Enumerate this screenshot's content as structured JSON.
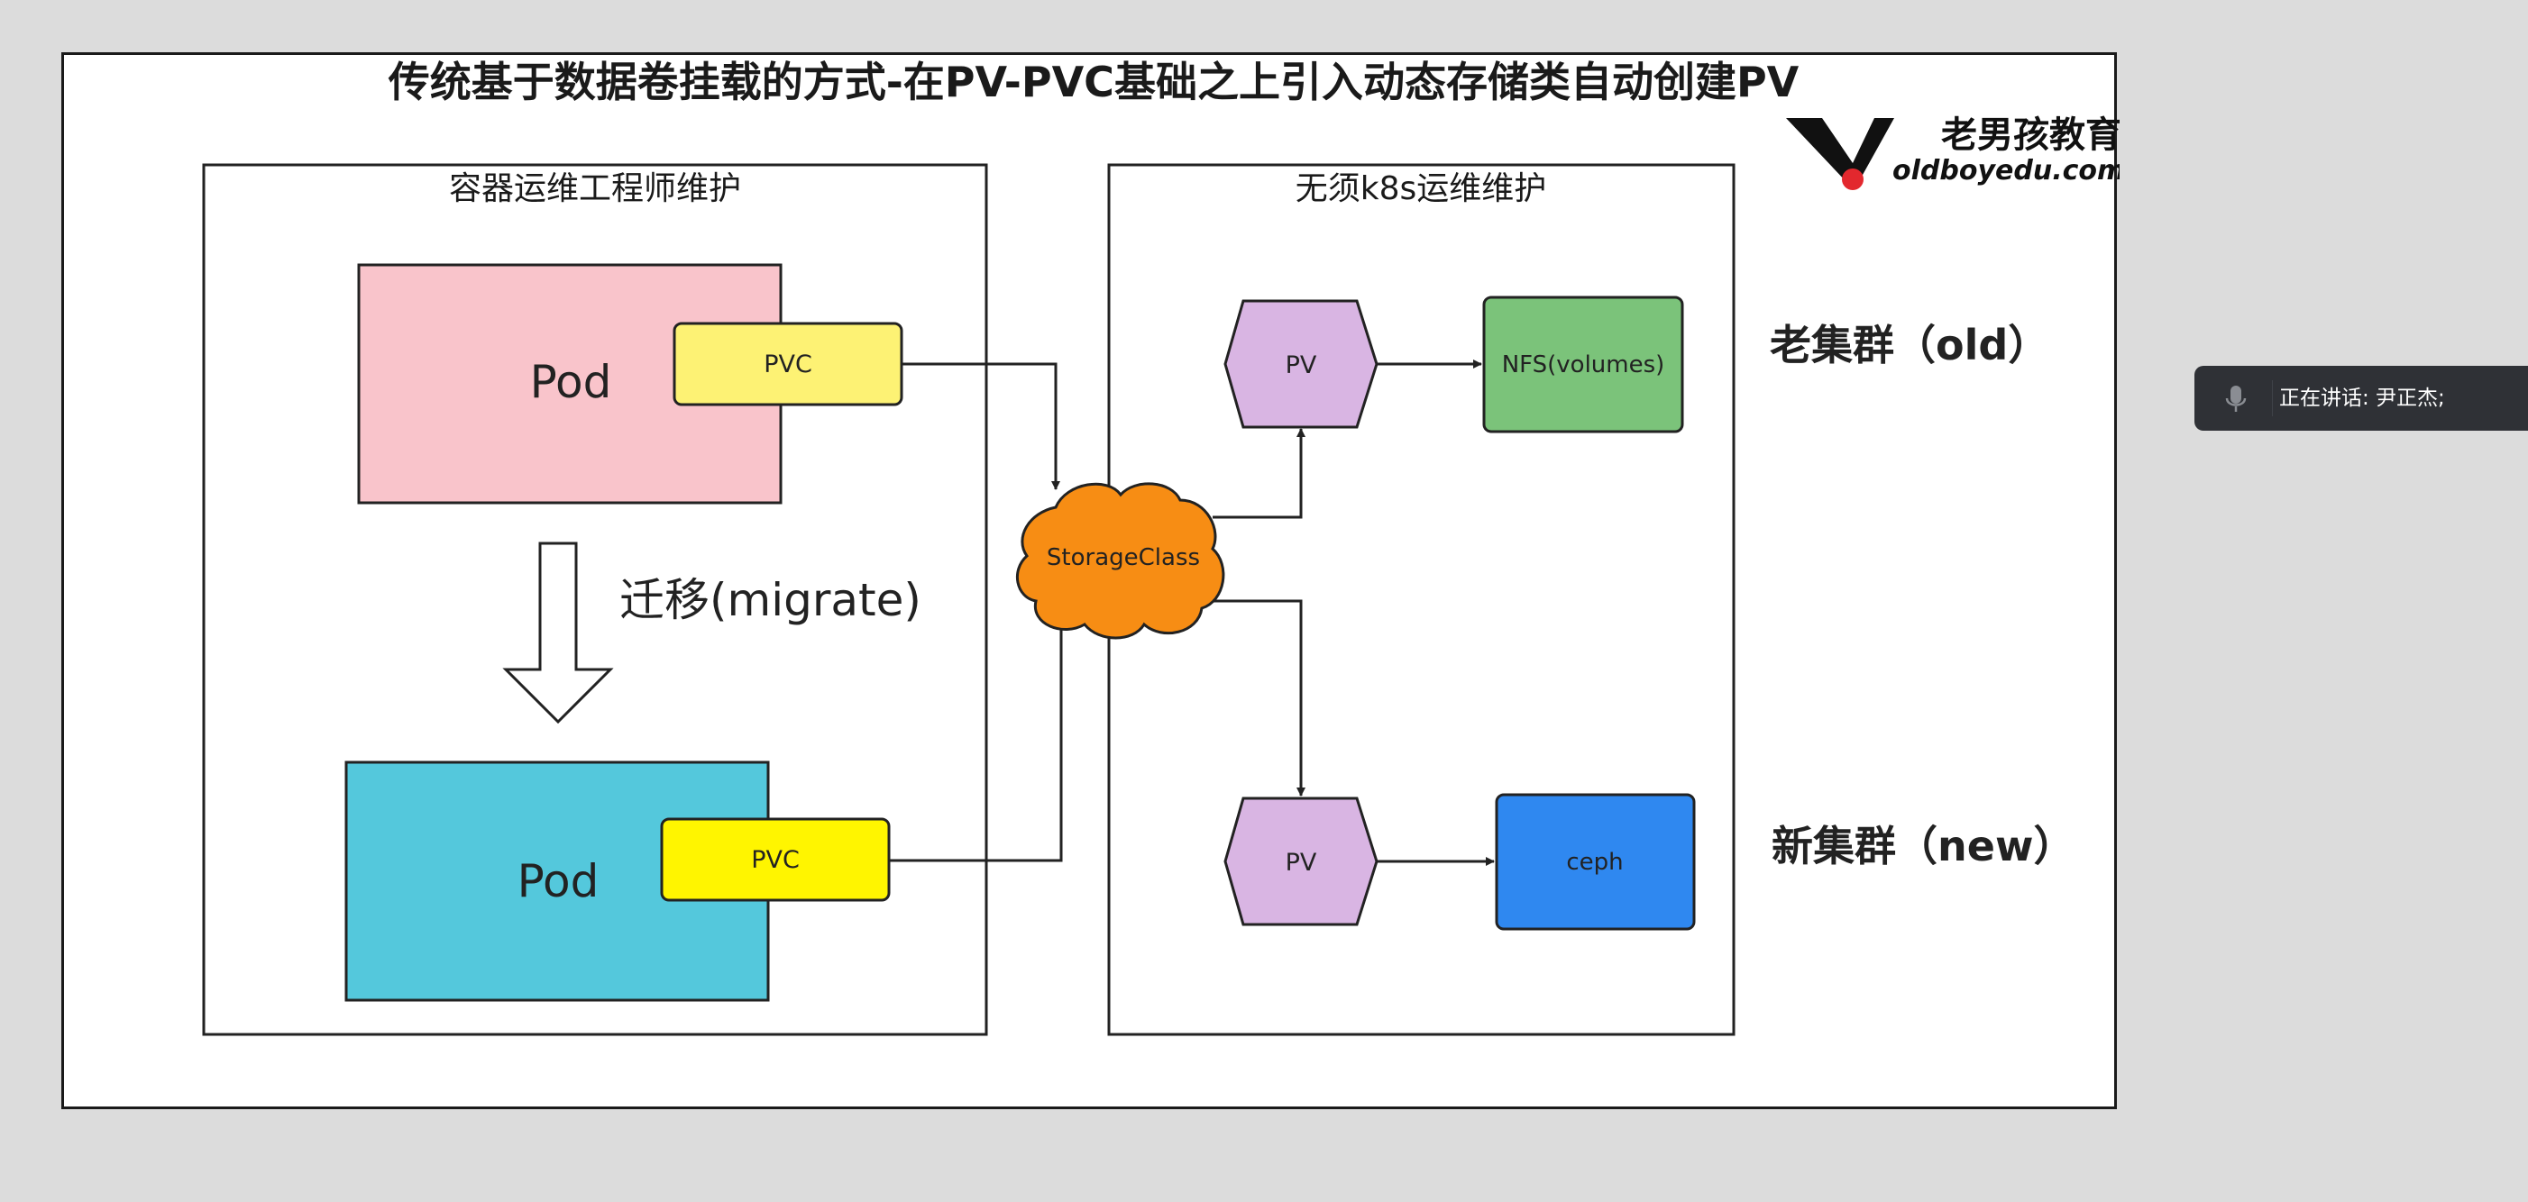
{
  "slide": {
    "title": "传统基于数据卷挂载的方式-在PV-PVC基础之上引入动态存储类自动创建PV",
    "logo": {
      "brand_text": "老男孩教育",
      "url_text": "oldboyedu.com"
    },
    "left_panel": {
      "title": "容器运维工程师维护",
      "pod_top": {
        "label": "Pod",
        "pvc_label": "PVC",
        "color": "#f9c4cb"
      },
      "migrate_label": "迁移(migrate)",
      "pod_bottom": {
        "label": "Pod",
        "pvc_label": "PVC",
        "color": "#54c8dc"
      }
    },
    "storage_class": {
      "label": "StorageClass",
      "color": "#f78d14"
    },
    "right_panel": {
      "title": "无须k8s运维维护",
      "pv_top": {
        "label": "PV"
      },
      "nfs": {
        "label": "NFS(volumes)",
        "color": "#7bc37a"
      },
      "pv_bottom": {
        "label": "PV"
      },
      "ceph": {
        "label": "ceph",
        "color": "#2f88f0"
      }
    },
    "cluster_old_label": "老集群（old）",
    "cluster_new_label": "新集群（new）",
    "colors": {
      "pvc_top": "#fdf274",
      "pvc_bottom": "#fff500",
      "pv": "#d9b5e3"
    }
  },
  "speaker_bar": {
    "icon": "microphone-icon",
    "text": "正在讲话: 尹正杰;"
  }
}
